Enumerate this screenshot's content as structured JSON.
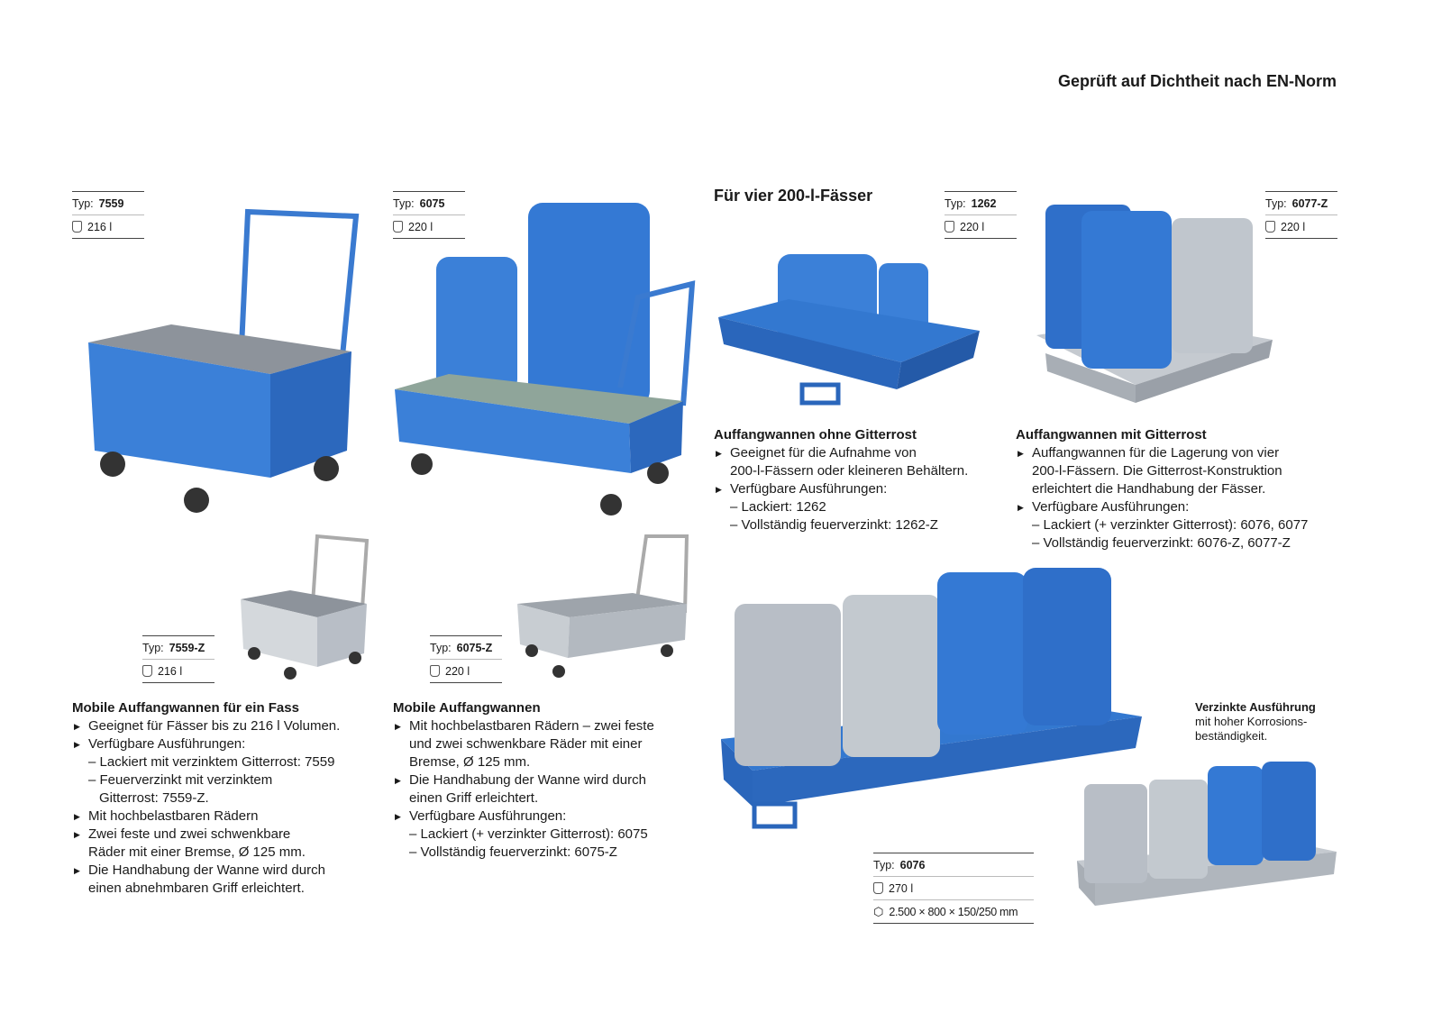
{
  "header": {
    "title": "Geprüft auf Dichtheit nach EN-Norm"
  },
  "section_title": "Für vier 200-l-Fässer",
  "specs": [
    {
      "type_label": "Typ:",
      "type": "7559",
      "volume": "216 l"
    },
    {
      "type_label": "Typ:",
      "type": "6075",
      "volume": "220 l"
    },
    {
      "type_label": "Typ:",
      "type": "1262",
      "volume": "220 l"
    },
    {
      "type_label": "Typ:",
      "type": "6077-Z",
      "volume": "220 l"
    },
    {
      "type_label": "Typ:",
      "type": "7559-Z",
      "volume": "216 l"
    },
    {
      "type_label": "Typ:",
      "type": "6075-Z",
      "volume": "220 l"
    },
    {
      "type_label": "Typ:",
      "type": "6076",
      "volume": "270 l",
      "dimensions": "2.500 × 800 × 150/250 mm"
    }
  ],
  "blocks": {
    "mobile_single": {
      "title": "Mobile Auffangwannen für ein Fass",
      "b1": "Geeignet für Fässer bis zu 216 l Volumen.",
      "b2": "Verfügbare Ausführungen:",
      "s1": "– Lackiert mit verzinktem Gitterrost: 7559",
      "s2": "– Feuerverzinkt mit verzinktem",
      "s2b": "Gitterrost: 7559-Z.",
      "b3": "Mit hochbelastbaren Rädern",
      "b4a": "Zwei feste und zwei schwenkbare",
      "b4b": "Räder mit einer Bremse, Ø 125 mm.",
      "b5a": "Die Handhabung der Wanne wird durch",
      "b5b": "einen abnehmbaren Griff erleichtert."
    },
    "mobile": {
      "title": "Mobile Auffangwannen",
      "b1a": "Mit hochbelastbaren Rädern – zwei feste",
      "b1b": "und zwei schwenkbare Räder mit einer",
      "b1c": "Bremse, Ø 125 mm.",
      "b2a": "Die Handhabung der Wanne wird durch",
      "b2b": "einen Griff erleichtert.",
      "b3": "Verfügbare Ausführungen:",
      "s1": "– Lackiert (+ verzinkter Gitterrost): 6075",
      "s2": "– Vollständig feuerverzinkt: 6075-Z"
    },
    "without_grid": {
      "title": "Auffangwannen ohne Gitterrost",
      "b1a": "Geeignet für die Aufnahme von",
      "b1b": "200-l-Fässern oder kleineren Behältern.",
      "b2": "Verfügbare Ausführungen:",
      "s1": "– Lackiert: 1262",
      "s2": "– Vollständig feuerverzinkt: 1262-Z"
    },
    "with_grid": {
      "title": "Auffangwannen mit Gitterrost",
      "b1a": "Auffangwannen für die Lagerung von vier",
      "b1b": "200-l-Fässern. Die Gitterrost-Konstruktion",
      "b1c": "erleichtert die Handhabung der Fässer.",
      "b2": "Verfügbare Ausführungen:",
      "s1": "– Lackiert (+ verzinkter Gitterrost): 6076, 6077",
      "s2": "– Vollständig feuerverzinkt: 6076-Z, 6077-Z"
    },
    "galvanized": {
      "title": "Verzinkte Ausführung",
      "l1": "mit hoher Korrosions-",
      "l2": "beständigkeit."
    }
  },
  "colors": {
    "blue": "#2f6fc9",
    "steel": "#b8bec6"
  }
}
